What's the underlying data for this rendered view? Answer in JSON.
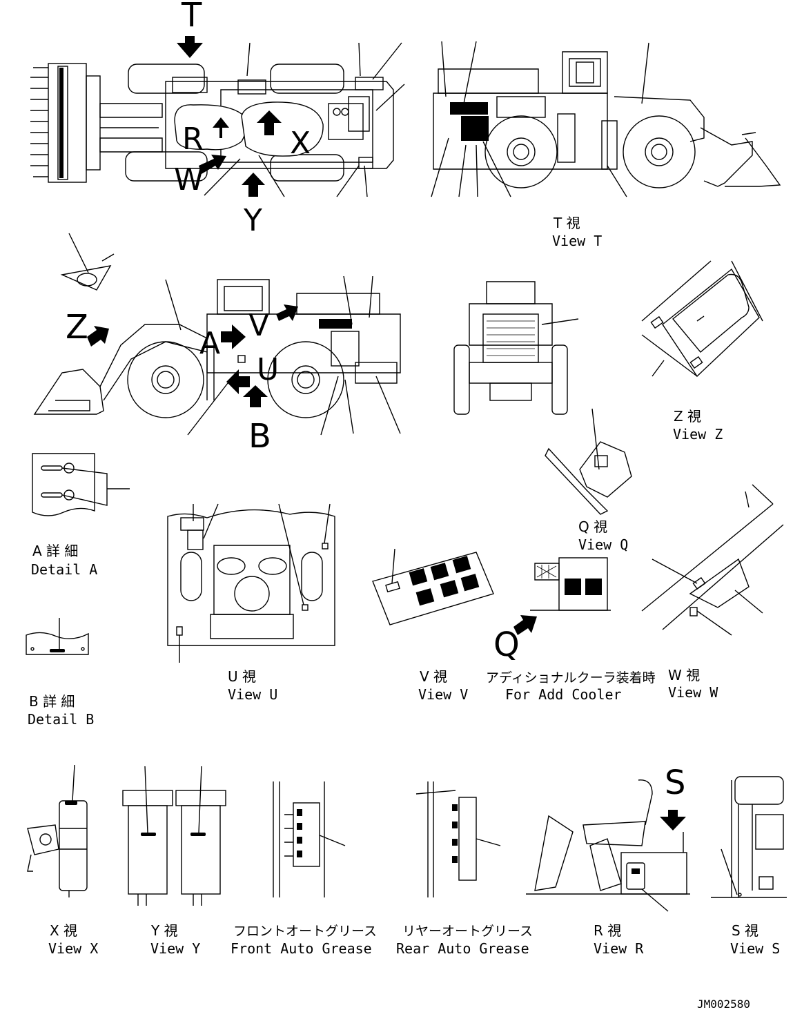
{
  "view_letters": {
    "T": "T",
    "R": "R",
    "X": "X",
    "W": "W",
    "Y": "Y",
    "Z": "Z",
    "A": "A",
    "V": "V",
    "U": "U",
    "B": "B",
    "Q": "Q",
    "S": "S"
  },
  "captions": {
    "view_t": {
      "jp": "T 視",
      "en": "View T"
    },
    "view_z": {
      "jp": "Z 視",
      "en": "View Z"
    },
    "view_q": {
      "jp": "Q 視",
      "en": "View Q"
    },
    "detail_a": {
      "jp": "A 詳 細",
      "en": "Detail A"
    },
    "detail_b": {
      "jp": "B 詳 細",
      "en": "Detail B"
    },
    "view_u": {
      "jp": "U 視",
      "en": "View U"
    },
    "view_v": {
      "jp": "V 視",
      "en": "View V"
    },
    "add_cooler": {
      "jp": "アディショナルクーラ装着時",
      "en": "For Add Cooler"
    },
    "view_w": {
      "jp": "W 視",
      "en": "View W"
    },
    "view_x": {
      "jp": "X 視",
      "en": "View X"
    },
    "view_y": {
      "jp": "Y 視",
      "en": "View Y"
    },
    "front_grease": {
      "jp": "フロントオートグリース",
      "en": "Front Auto Grease"
    },
    "rear_grease": {
      "jp": "リヤーオートグリース",
      "en": "Rear Auto Grease"
    },
    "view_r": {
      "jp": "R 視",
      "en": "View R"
    },
    "view_s": {
      "jp": "S 視",
      "en": "View S"
    }
  },
  "drawing_number": "JM002580"
}
